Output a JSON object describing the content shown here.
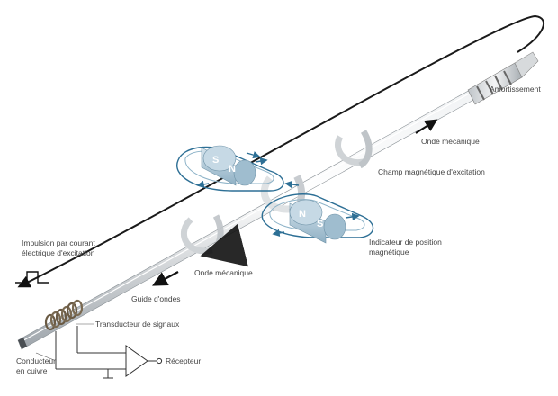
{
  "labels": {
    "amortissement": "Amortissement",
    "onde_mecanique_top": "Onde mécanique",
    "champ_excitation": "Champ magnétique d'excitation",
    "indicateur_line1": "Indicateur de position",
    "indicateur_line2": "magnétique",
    "impulsion_line1": "Impulsion par courant",
    "impulsion_line2": "électrique d'excitation",
    "onde_mecanique_bottom": "Onde mécanique",
    "guide_ondes": "Guide d'ondes",
    "transducteur": "Transducteur de signaux",
    "conducteur_line1": "Conducteur",
    "conducteur_line2": "en cuivre",
    "recepteur": "Récepteur"
  },
  "magnets": {
    "left": {
      "pole_a": "S",
      "pole_b": "N"
    },
    "right": {
      "pole_a": "N",
      "pole_b": "S"
    }
  },
  "colors": {
    "waveguide": "#c9ced3",
    "wire": "#1a1a1a",
    "field_lines": "#2d6f95",
    "magnet": "#a9c4d6",
    "coil": "#7a6a52",
    "label_text": "#444444"
  }
}
